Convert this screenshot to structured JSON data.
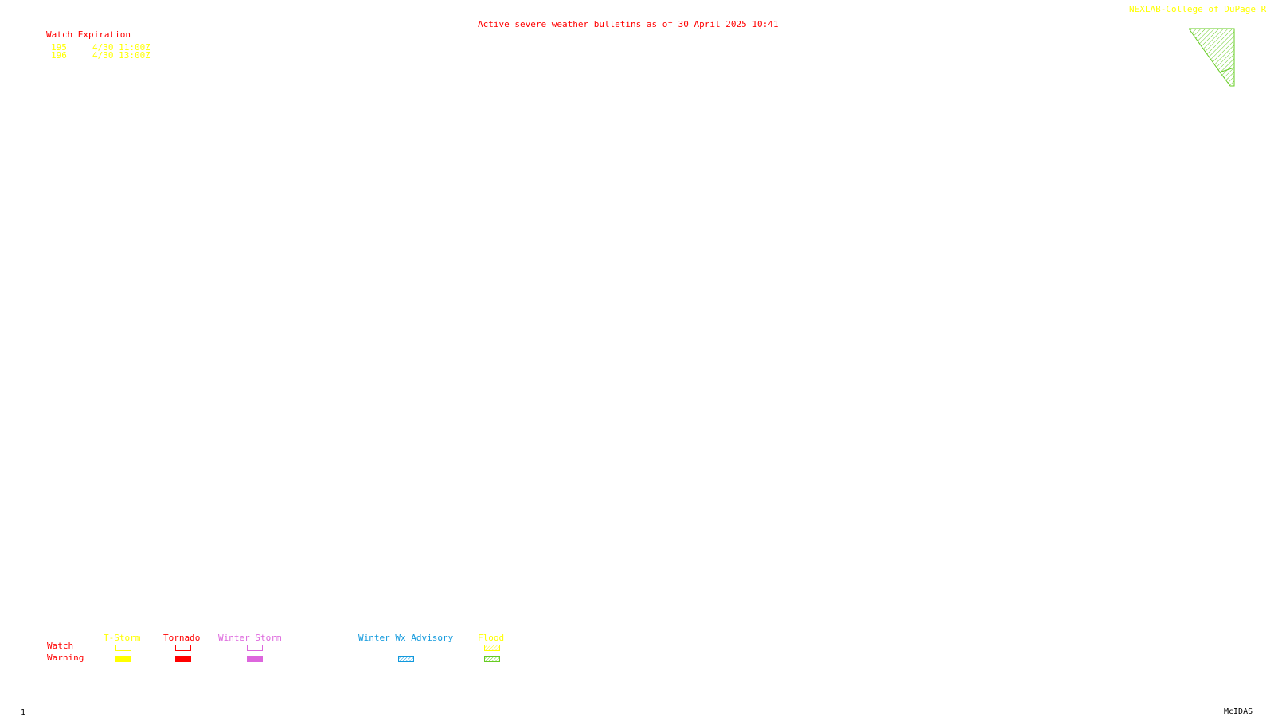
{
  "header": {
    "title": "Active severe weather bulletins as of 30 April 2025 10:41",
    "brand": "NEXLAB-College of DuPage R"
  },
  "watches": {
    "heading": "Watch Expiration",
    "rows": [
      {
        "number": "195",
        "expiration": "4/30 11:00Z"
      },
      {
        "number": "196",
        "expiration": "4/30 13:00Z"
      }
    ]
  },
  "legend": {
    "row_labels": {
      "watch": "Watch",
      "warning": "Warning"
    },
    "categories": [
      {
        "label": "T-Storm",
        "color": "#ffff00"
      },
      {
        "label": "Tornado",
        "color": "#ff0000"
      },
      {
        "label": "Winter Storm",
        "color": "#dd66dd"
      },
      {
        "label": "Winter Wx Advisory",
        "color": "#1199dd"
      },
      {
        "label": "Flood",
        "color": "#ffff00",
        "warning_color": "#66cc22"
      }
    ]
  },
  "map": {
    "flood_warning_color": "#66cc22"
  },
  "footer": {
    "frame_number": "1",
    "software": "McIDAS"
  }
}
